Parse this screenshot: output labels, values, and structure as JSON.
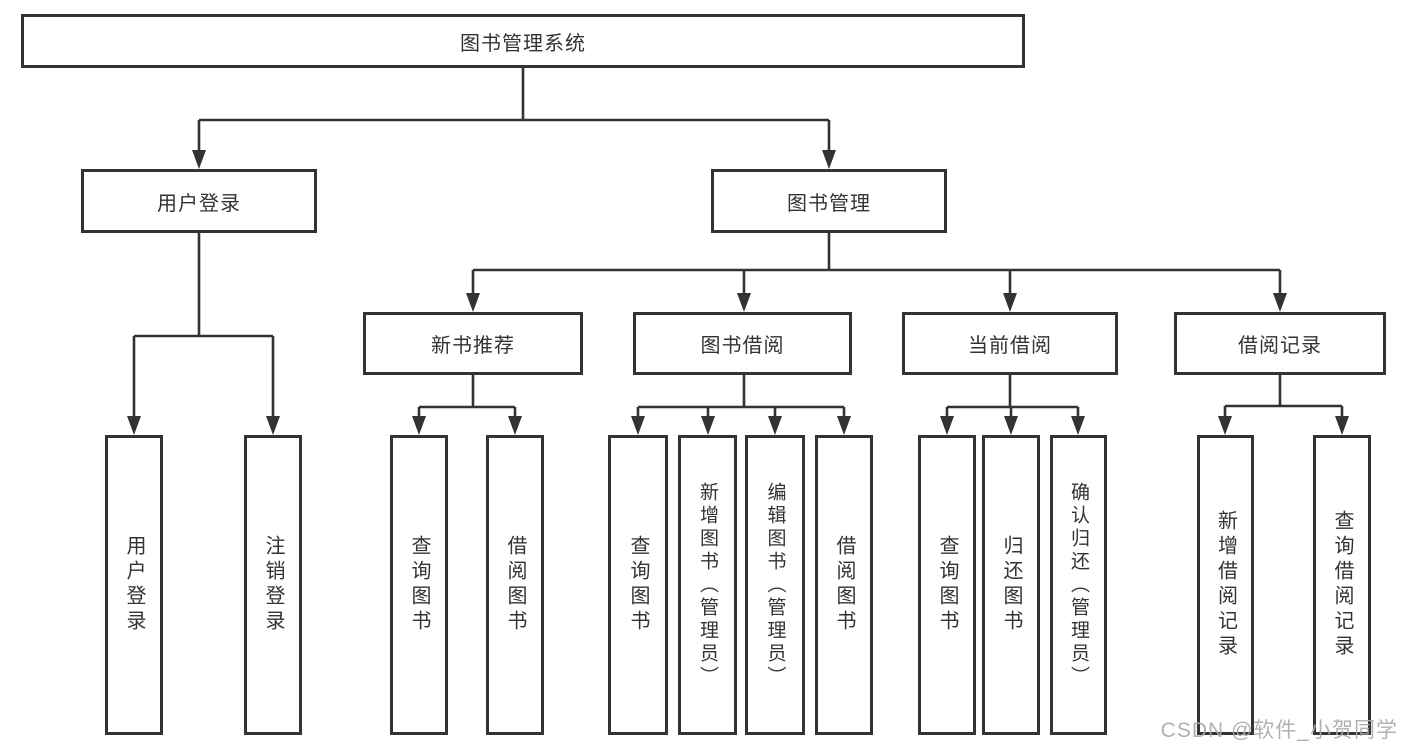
{
  "diagram": {
    "root": {
      "label": "图书管理系统"
    },
    "branches": [
      {
        "label": "用户登录",
        "children": [
          {
            "label": "用户登录"
          },
          {
            "label": "注销登录"
          }
        ]
      },
      {
        "label": "图书管理",
        "children": [
          {
            "label": "新书推荐",
            "children": [
              {
                "label": "查询图书"
              },
              {
                "label": "借阅图书"
              }
            ]
          },
          {
            "label": "图书借阅",
            "children": [
              {
                "label": "查询图书"
              },
              {
                "label": "新增图书（管理员）"
              },
              {
                "label": "编辑图书（管理员）"
              },
              {
                "label": "借阅图书"
              }
            ]
          },
          {
            "label": "当前借阅",
            "children": [
              {
                "label": "查询图书"
              },
              {
                "label": "归还图书"
              },
              {
                "label": "确认归还（管理员）"
              }
            ]
          },
          {
            "label": "借阅记录",
            "children": [
              {
                "label": "新增借阅记录"
              },
              {
                "label": "查询借阅记录"
              }
            ]
          }
        ]
      }
    ]
  },
  "watermark": {
    "label": "CSDN @软件_小贺同学"
  },
  "colors": {
    "line": "#333333",
    "box_border": "#333333",
    "text": "#333333",
    "background": "#ffffff",
    "watermark": "#a9a9a9"
  }
}
